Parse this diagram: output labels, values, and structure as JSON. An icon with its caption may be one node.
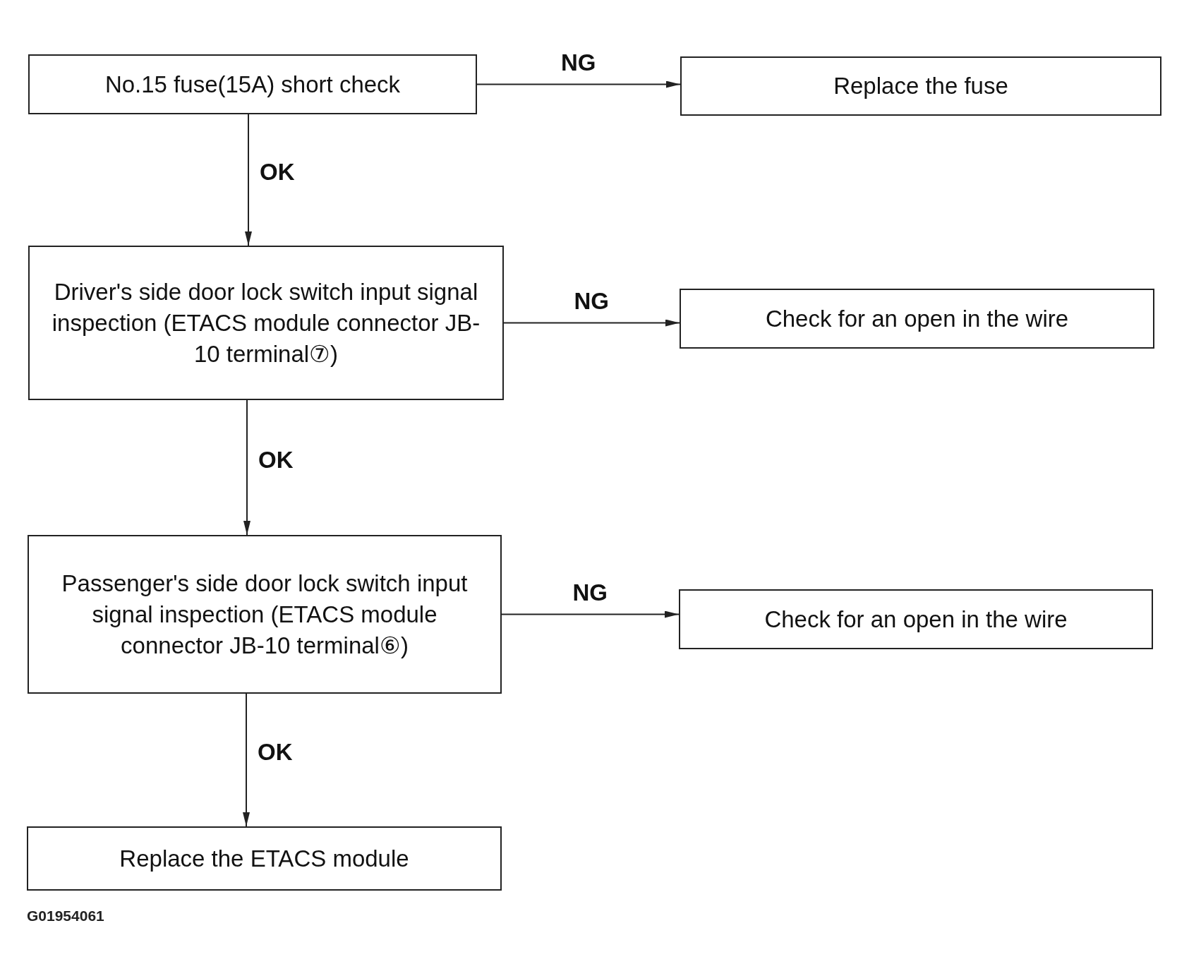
{
  "diagram": {
    "nodes": [
      {
        "text": [
          "No.15 fuse(15A) short check"
        ]
      },
      {
        "text": [
          "Replace the fuse"
        ]
      },
      {
        "text": [
          "Driver's side door lock switch input signal inspection (ETACS module connector JB-10 terminal⑦)"
        ]
      },
      {
        "text": [
          "Check for an open in the wire"
        ]
      },
      {
        "text": [
          "Passenger's side door lock switch input signal inspection (ETACS module connector JB-10 terminal⑥)"
        ]
      },
      {
        "text": [
          "Check for an open in the wire"
        ]
      },
      {
        "text": [
          "Replace the ETACS module"
        ]
      }
    ],
    "edges": [
      {
        "from": 0,
        "to": 1,
        "arrow": "to",
        "label": "NG"
      },
      {
        "from": 0,
        "to": 2,
        "arrow": "to",
        "label": "OK"
      },
      {
        "from": 2,
        "to": 3,
        "arrow": "to",
        "label": "NG"
      },
      {
        "from": 2,
        "to": 4,
        "arrow": "to",
        "label": "OK"
      },
      {
        "from": 4,
        "to": 5,
        "arrow": "to",
        "label": "NG"
      },
      {
        "from": 4,
        "to": 6,
        "arrow": "to",
        "label": "OK"
      }
    ],
    "labels": [
      "G01954061"
    ]
  }
}
